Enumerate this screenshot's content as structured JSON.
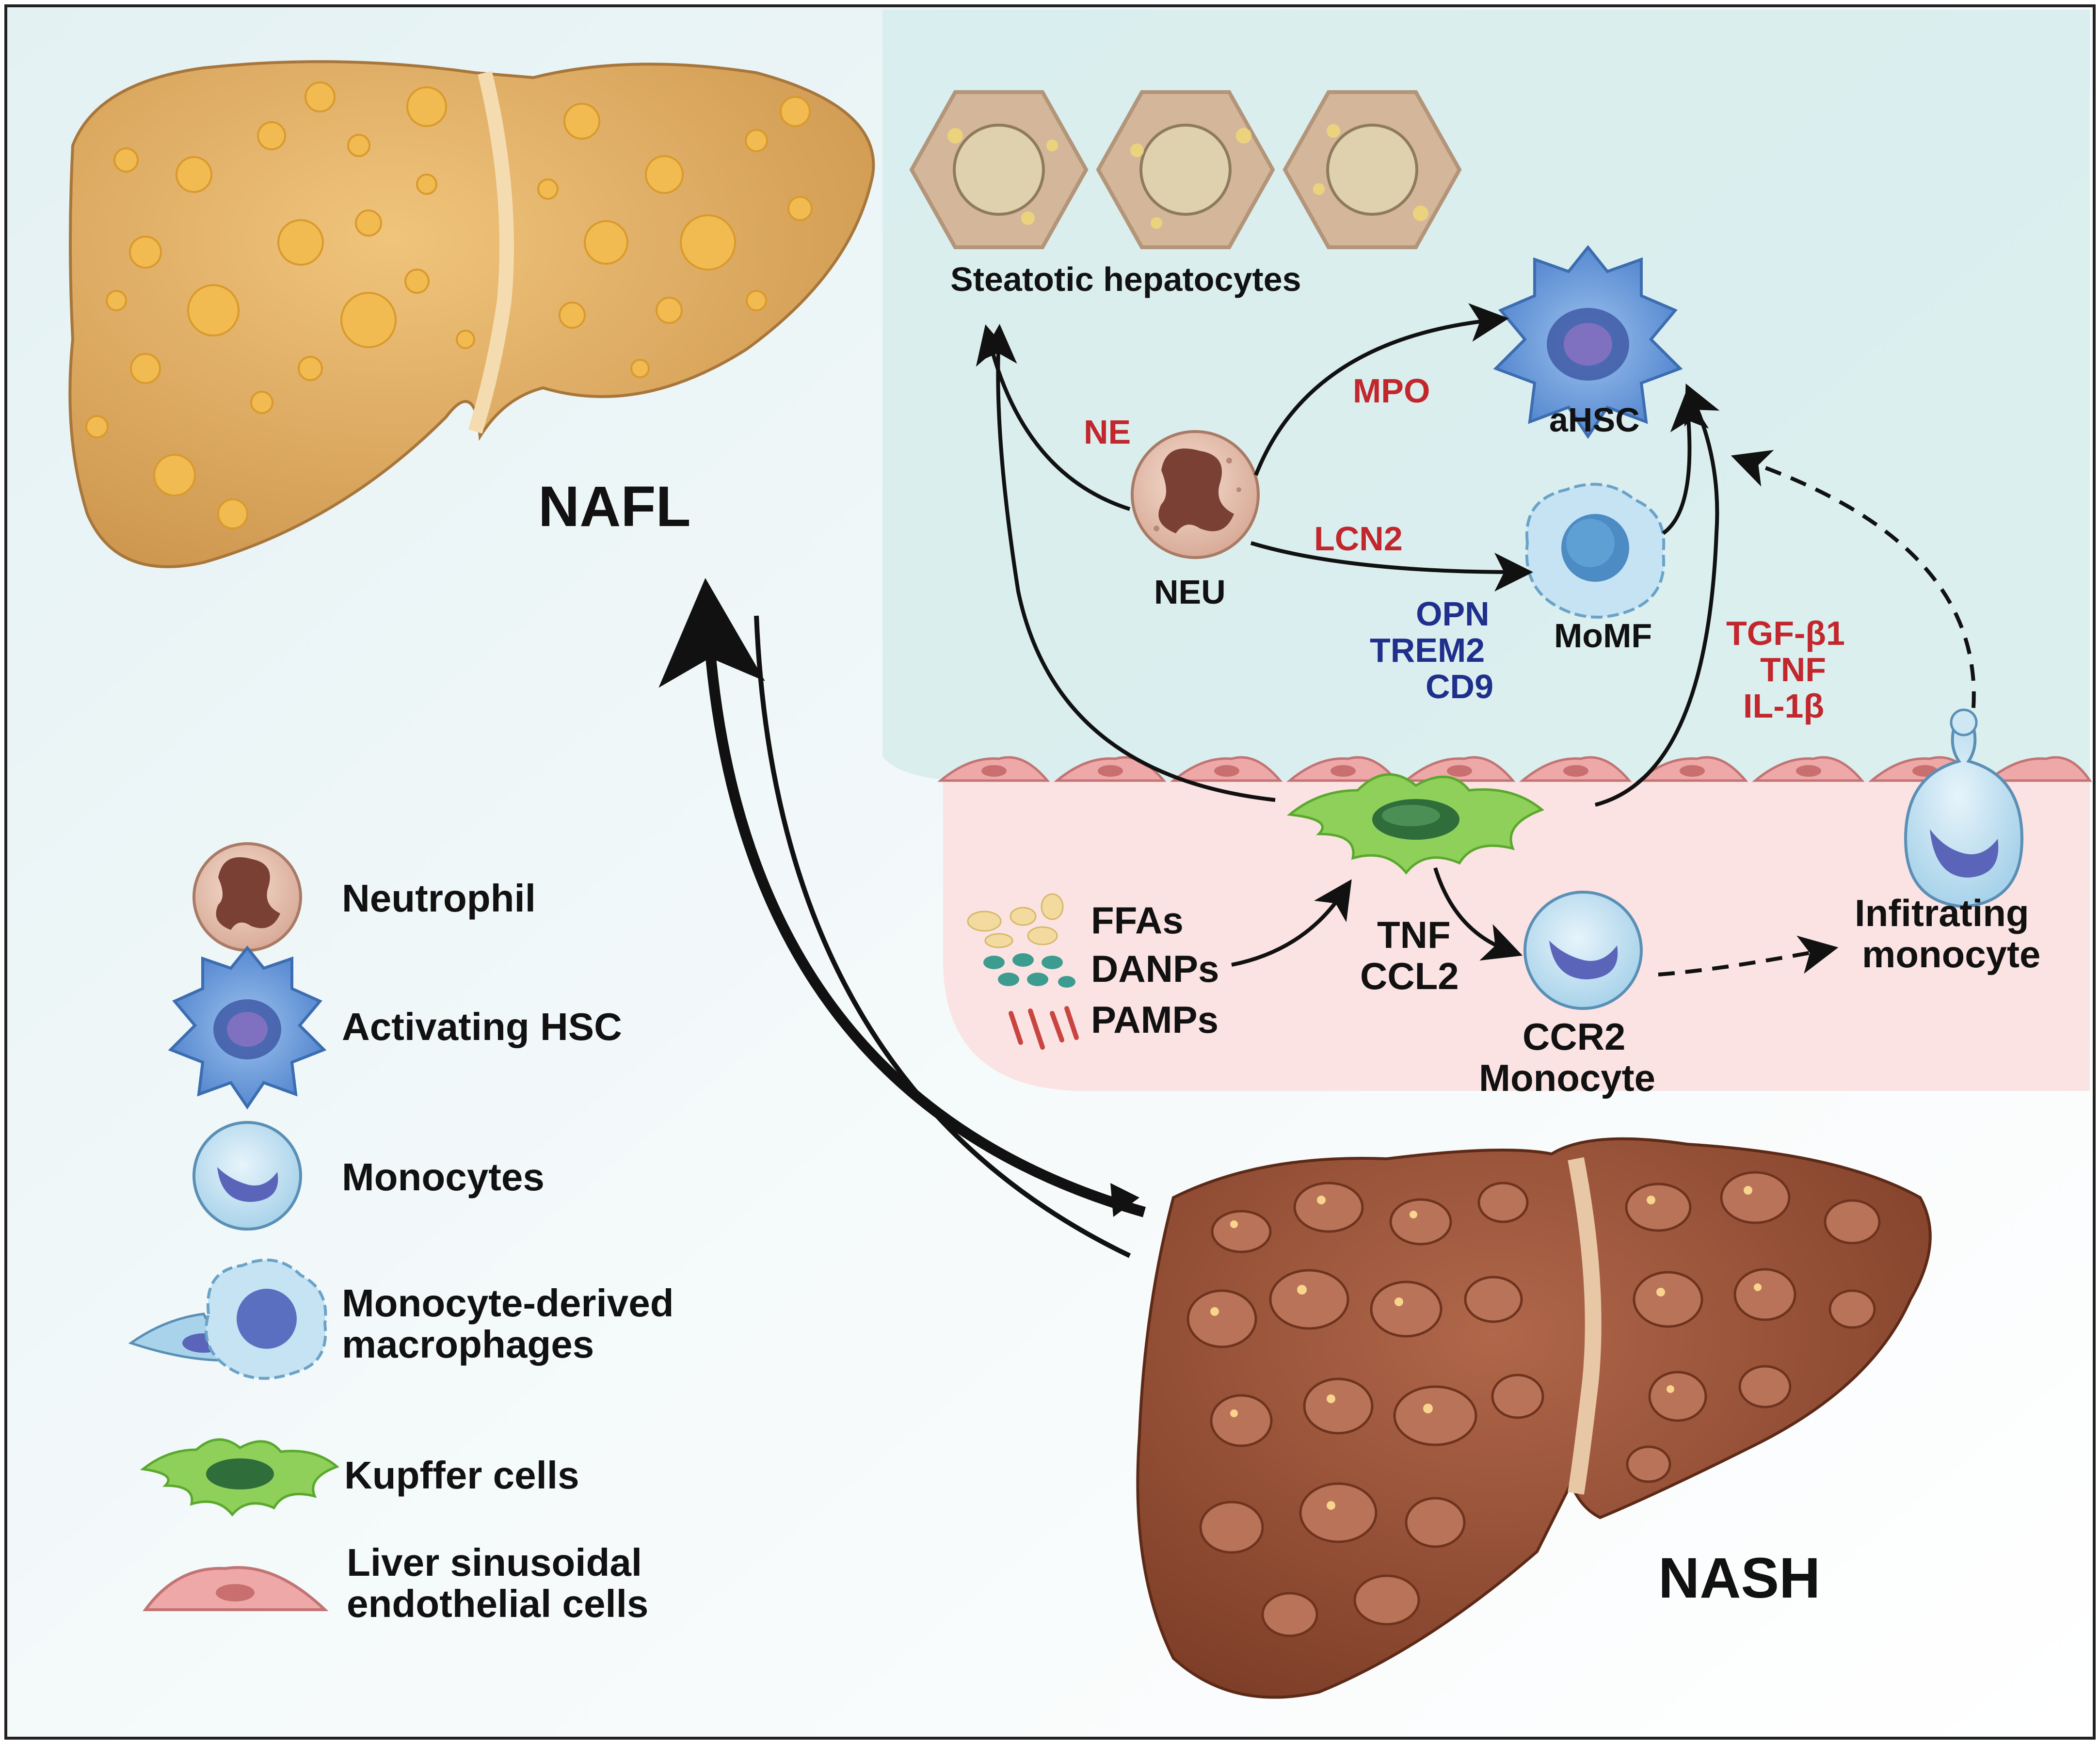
{
  "diagram": {
    "stage_labels": {
      "nafl": "NAFL",
      "nash": "NASH"
    },
    "cells": {
      "steatotic_hepatocytes": "Steatotic hepatocytes",
      "ahsc": "aHSC",
      "neu": "NEU",
      "momf": "MoMF",
      "ccr2_monocyte_line1": "CCR2",
      "ccr2_monocyte_line2": "Monocyte",
      "infiltrating_line1": "Infitrating",
      "infiltrating_line2": "monocyte"
    },
    "mediators": {
      "ne": "NE",
      "mpo": "MPO",
      "lcn2": "LCN2",
      "opn": "OPN",
      "trem2": "TREM2",
      "cd9": "CD9",
      "tgfb1": "TGF-β1",
      "tnf_red": "TNF",
      "il1b": "IL-1β",
      "tnf": "TNF",
      "ccl2": "CCL2",
      "ffas": "FFAs",
      "danps": "DANPs",
      "pamps": "PAMPs"
    },
    "legend": [
      {
        "label": "Neutrophil",
        "icon": "neutrophil-icon"
      },
      {
        "label": "Activating HSC",
        "icon": "hsc-icon"
      },
      {
        "label": "Monocytes",
        "icon": "monocyte-icon"
      },
      {
        "label": "Monocyte-derived",
        "label2": "macrophages",
        "icon": "macrophage-icon"
      },
      {
        "label": "Kupffer cells",
        "icon": "kupffer-cell-icon"
      },
      {
        "label": "Liver sinusoidal",
        "label2": "endothelial cells",
        "icon": "endothelial-cell-icon"
      }
    ],
    "colors": {
      "red_text": "#c1272d",
      "blue_text": "#1f2f8c",
      "panel_bg": "#d6ecec",
      "pink_band": "#fbe3e3",
      "nafl_liver": "#dfae62",
      "nash_liver": "#9a5438",
      "kupffer": "#7bc443",
      "hsc": "#5d8fd0",
      "monocyte": "#b9dcee"
    }
  }
}
